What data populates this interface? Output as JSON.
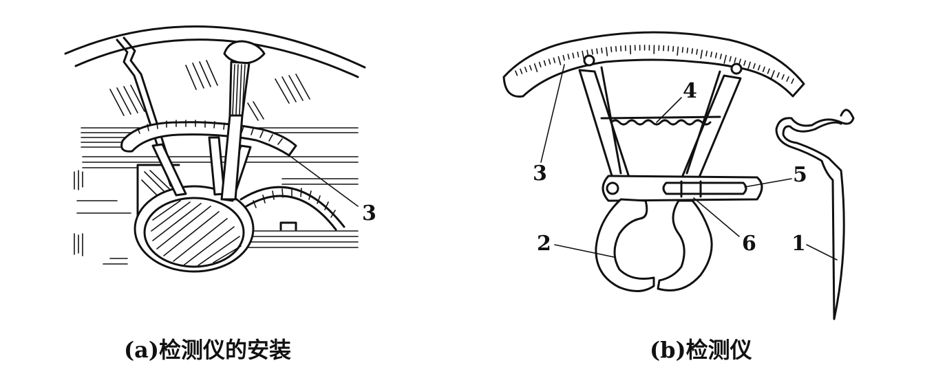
{
  "figures": [
    {
      "id": "a",
      "caption": "(a)检测仪的安装",
      "callouts": [
        "3"
      ]
    },
    {
      "id": "b",
      "caption": "(b)检测仪",
      "callouts": [
        "1",
        "2",
        "3",
        "4",
        "5",
        "6"
      ]
    }
  ]
}
